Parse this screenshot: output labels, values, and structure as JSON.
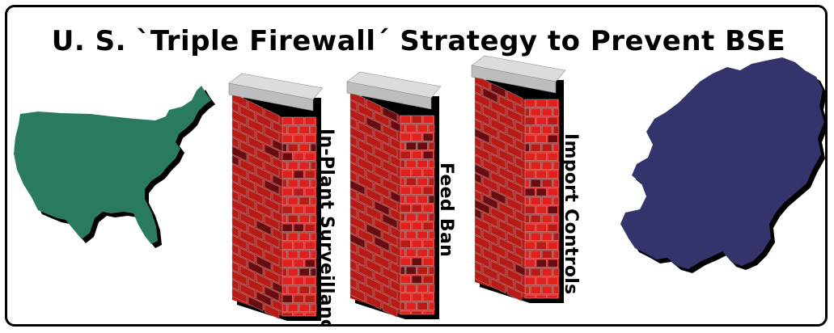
{
  "title": "U. S. `Triple Firewall´ Strategy to Prevent BSE",
  "regions": [
    {
      "name": "united-states-map",
      "color": "#2a7a62"
    },
    {
      "name": "europe-map",
      "color": "#35336c"
    }
  ],
  "firewalls": [
    {
      "label": "In-Plant Surveillance"
    },
    {
      "label": "Feed Ban"
    },
    {
      "label": "Import Controls"
    }
  ],
  "colors": {
    "brick_front": "#e0201c",
    "brick_side": "#b81a16",
    "brick_dark": "#6a0b10",
    "mortar": "#a8a8a8",
    "cap_top": "#dcdcdc",
    "cap_front": "#bdbdbd",
    "shadow": "#000000"
  }
}
